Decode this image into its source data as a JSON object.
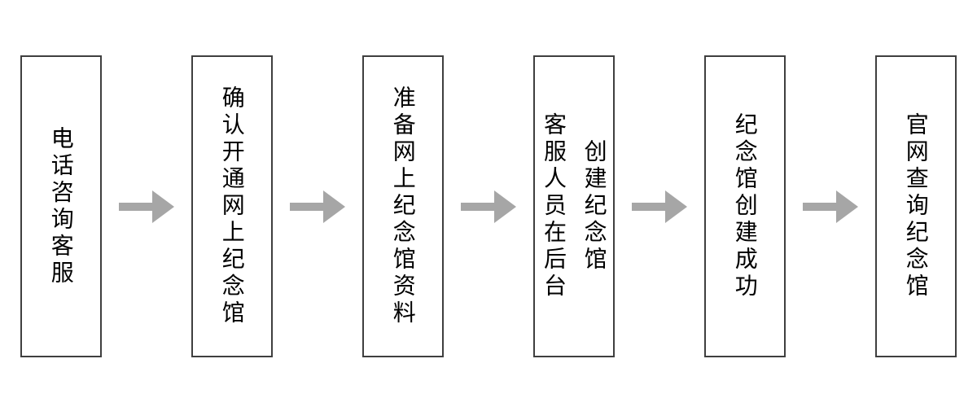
{
  "flowchart": {
    "steps": [
      {
        "text": "电话咨询客服",
        "columns": [
          "电话咨询客服"
        ]
      },
      {
        "text": "确认开通网上纪念馆",
        "columns": [
          "确认开通网上纪念馆"
        ]
      },
      {
        "text": "准备网上纪念馆资料",
        "columns": [
          "准备网上纪念馆资料"
        ]
      },
      {
        "text": "客服人员在后台创建纪念馆",
        "columns": [
          "客服人员在后台",
          "创建纪念馆"
        ]
      },
      {
        "text": "纪念馆创建成功",
        "columns": [
          "纪念馆创建成功"
        ]
      },
      {
        "text": "官网查询纪念馆",
        "columns": [
          "官网查询纪念馆"
        ]
      }
    ],
    "connector": "arrow-right",
    "colors": {
      "box_border": "#3f3f3f",
      "text": "#000000",
      "arrow": "#a6a6a6",
      "background": "#ffffff"
    }
  }
}
